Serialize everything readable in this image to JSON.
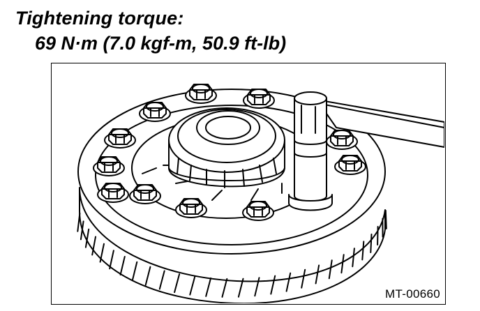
{
  "heading": {
    "title": "Tightening torque:",
    "value": "69 N·m (7.0 kgf-m, 50.9 ft-lb)"
  },
  "figure": {
    "code": "MT-00660",
    "line_color": "#000000",
    "fill_color": "#ffffff"
  }
}
